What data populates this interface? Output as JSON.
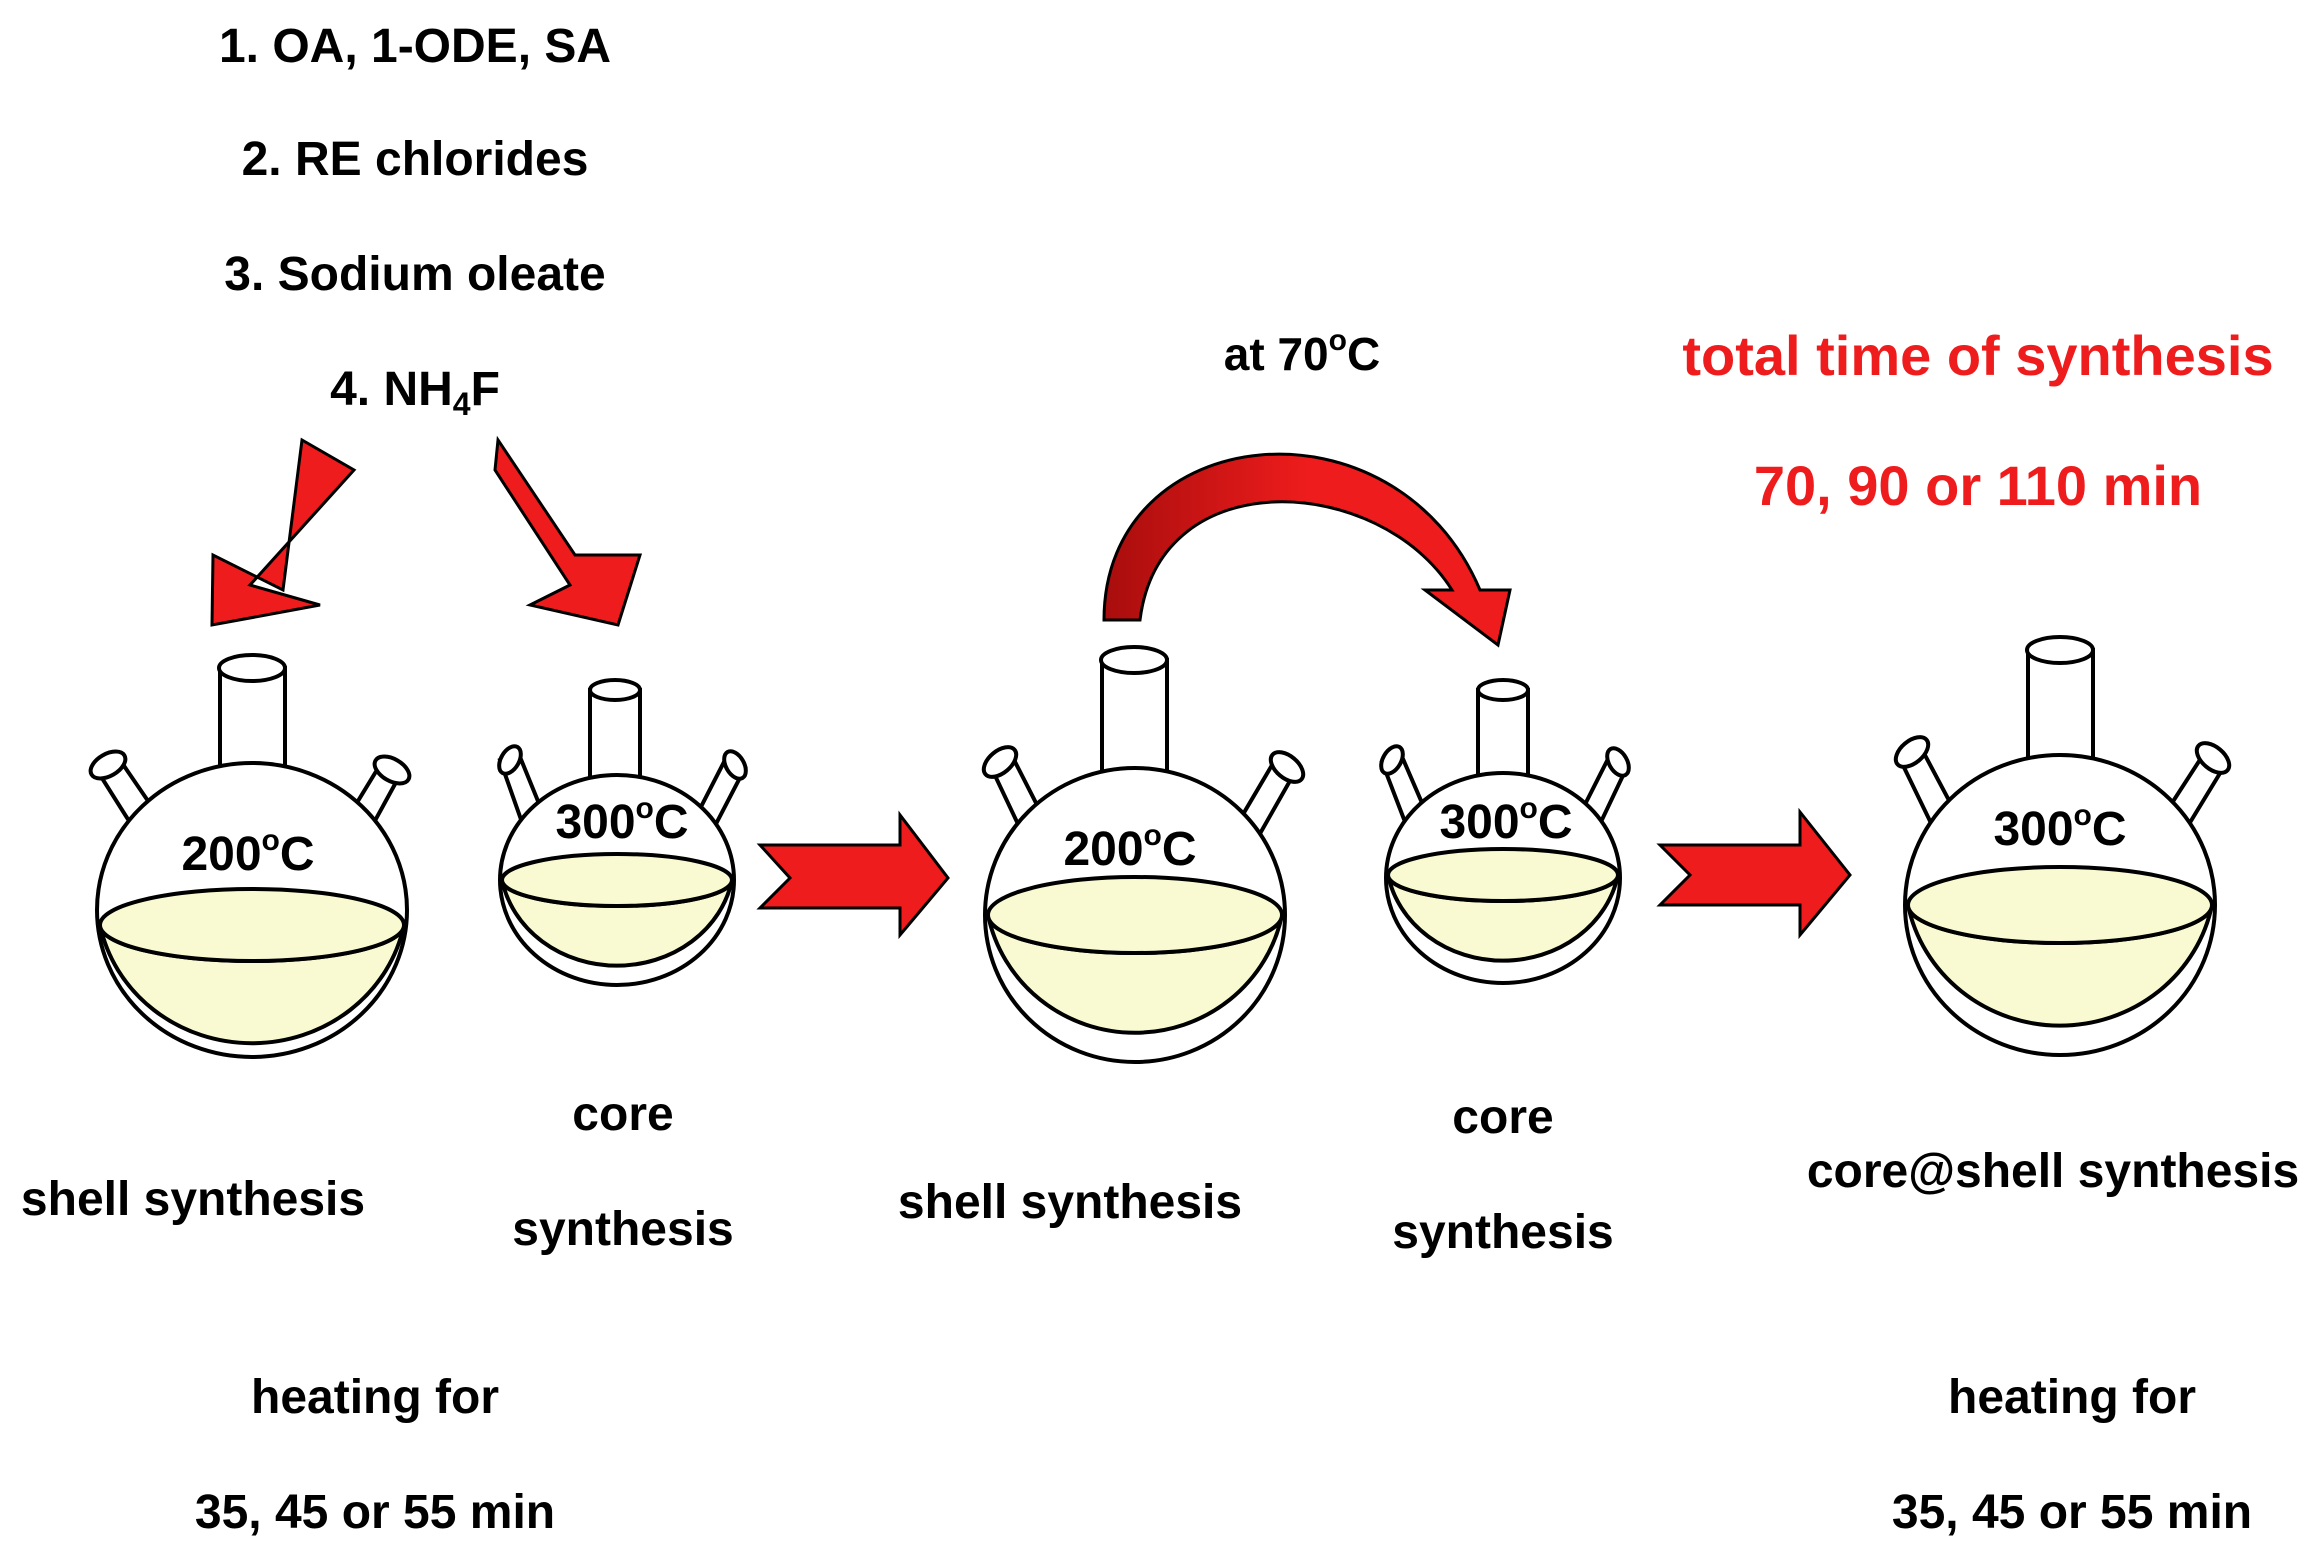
{
  "reagents": {
    "step1": "1. OA, 1-ODE, SA",
    "step2": "2. RE chlorides",
    "step3": "3. Sodium oleate",
    "step4_prefix": "4. NH",
    "step4_sub": "4",
    "step4_suffix": "F"
  },
  "transfer": {
    "prefix": "at 70",
    "sup": "o",
    "suffix": "C"
  },
  "total_time": {
    "line1": "total time of synthesis",
    "line2": "70, 90 or 110 min"
  },
  "flasks": {
    "f1": {
      "temp": "200",
      "sup": "o",
      "unit": "C"
    },
    "f2": {
      "temp": "300",
      "sup": "o",
      "unit": "C"
    },
    "f3": {
      "temp": "200",
      "sup": "o",
      "unit": "C"
    },
    "f4": {
      "temp": "300",
      "sup": "o",
      "unit": "C"
    },
    "f5": {
      "temp": "300",
      "sup": "o",
      "unit": "C"
    }
  },
  "labels": {
    "shell1": "shell synthesis",
    "core1_line1": "core",
    "core1_line2": "synthesis",
    "shell2": "shell synthesis",
    "core2_line1": "core",
    "core2_line2": "synthesis",
    "coreshell": "core@shell synthesis"
  },
  "heating_left": {
    "line1": "heating for",
    "line2": "35, 45 or 55 min"
  },
  "heating_right": {
    "line1": "heating for",
    "line2": "35, 45 or 55 min"
  },
  "colors": {
    "arrow": "#ee1c1c",
    "arrow_dark": "#a80d0d",
    "liquid": "#fafad2",
    "text_black": "#000000",
    "text_red": "#ee1c1c"
  }
}
